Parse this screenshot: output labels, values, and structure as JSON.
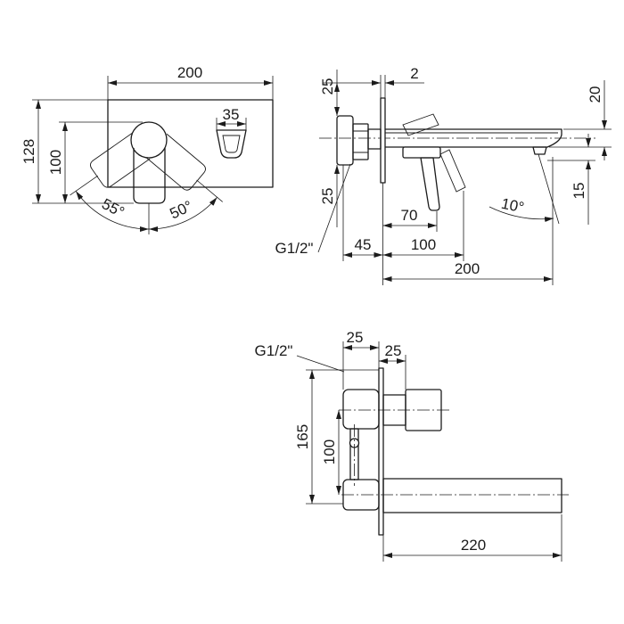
{
  "front_view": {
    "width_label": "200",
    "outlet_label": "35",
    "height_label": "128",
    "handle_height_label": "100",
    "angle_left_label": "55°",
    "angle_right_label": "50°"
  },
  "side_view": {
    "top_offset_label": "25",
    "plate_label": "2",
    "spout_height_label": "20",
    "lower_offset_label": "25",
    "outlet_drop_label": "15",
    "angle_label": "10°",
    "lever_label": "70",
    "thread_label": "G1/2\"",
    "body_depth_label": "45",
    "handle_reach_label": "100",
    "spout_reach_label": "200"
  },
  "top_view": {
    "thread_label": "G1/2\"",
    "body_label": "25",
    "cartridge_label": "25",
    "total_height_label": "165",
    "center_distance_label": "100",
    "spout_length_label": "220"
  }
}
